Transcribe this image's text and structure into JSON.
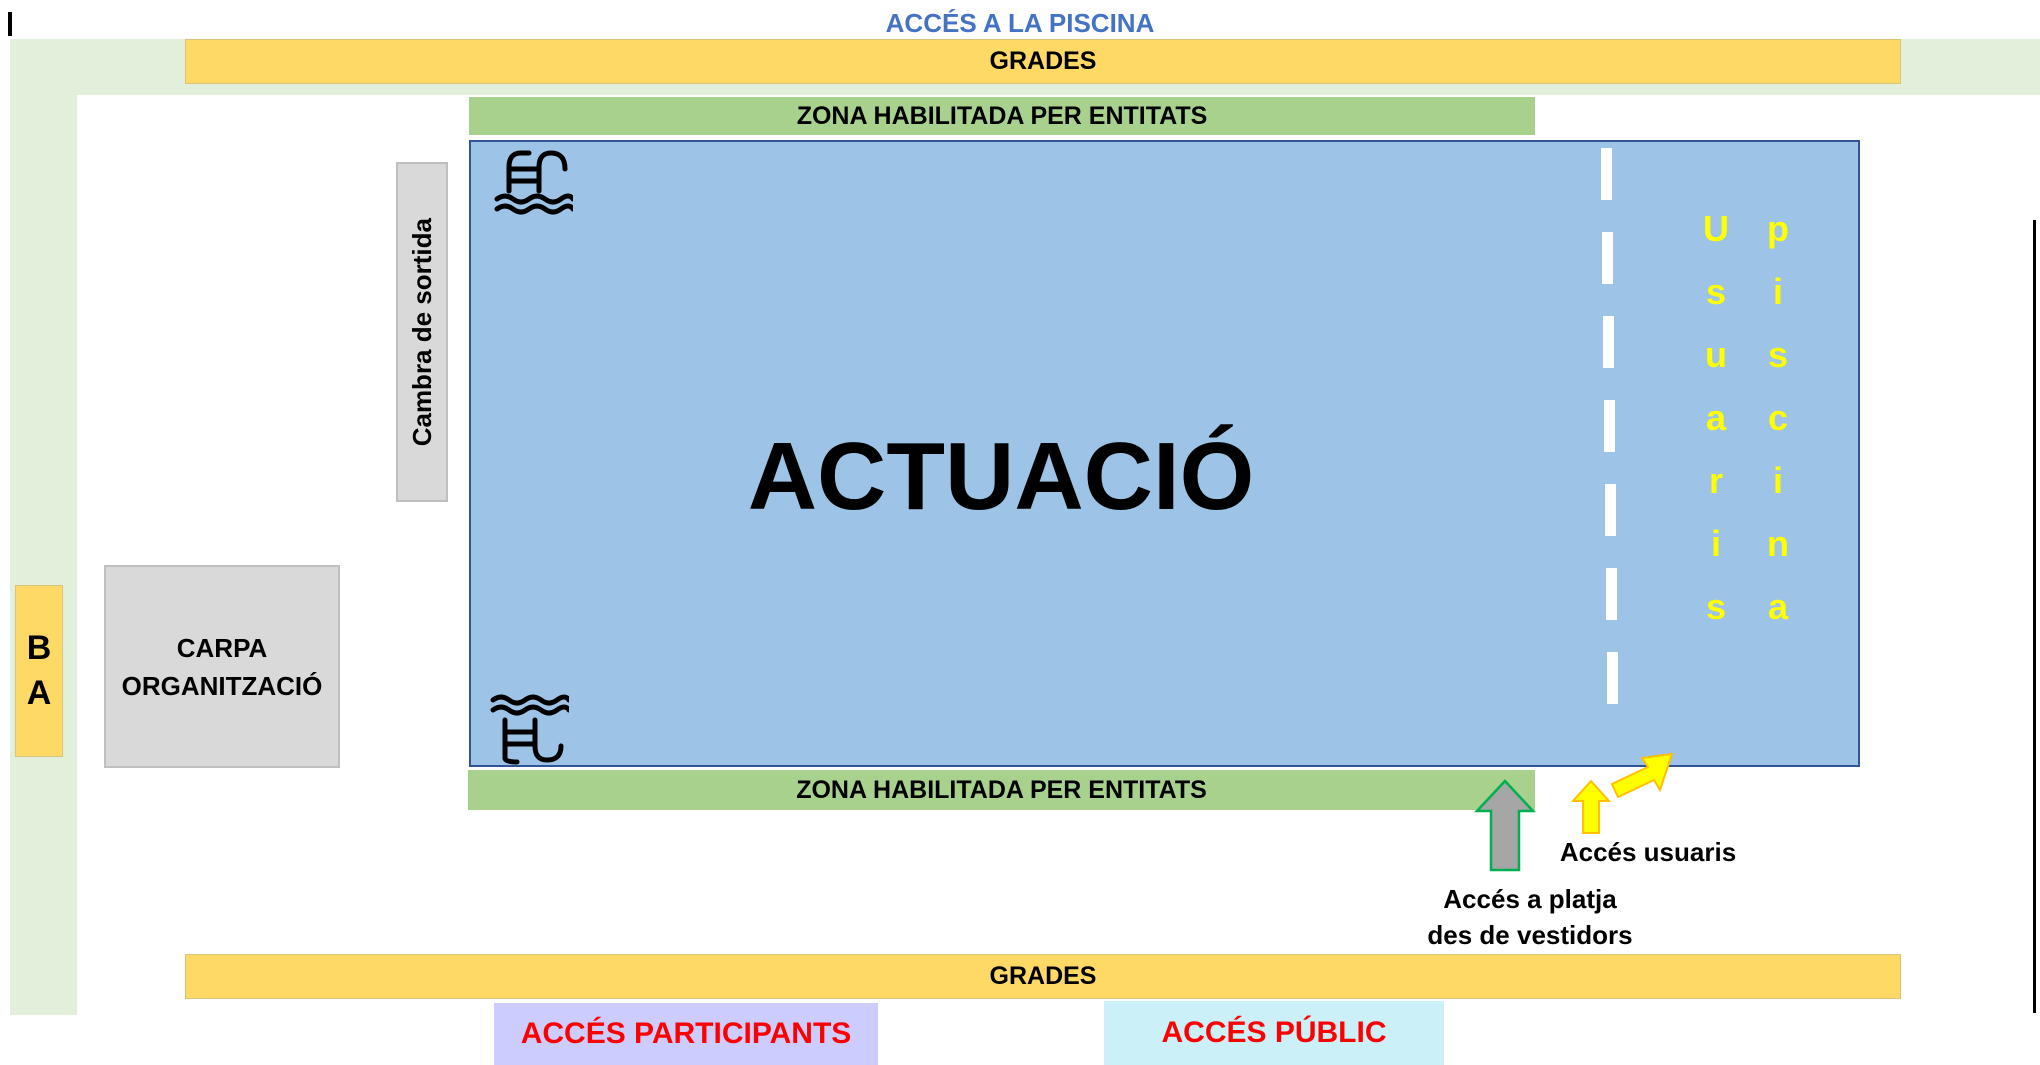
{
  "header": {
    "title": "ACCÉS A LA PISCINA"
  },
  "stands": {
    "top": "GRADES",
    "bottom": "GRADES"
  },
  "entity_zones": {
    "top": "ZONA HABILITADA PER ENTITATS",
    "bottom": "ZONA HABILITADA PER ENTITATS"
  },
  "exit_chamber": "Cambra de sortida",
  "pool": {
    "label": "ACTUACIÓ",
    "pool_users_col1": [
      "U",
      "s",
      "u",
      "a",
      "r",
      "i",
      "s"
    ],
    "pool_users_col2": [
      "p",
      "i",
      "s",
      "c",
      "i",
      "n",
      "a"
    ]
  },
  "tent": {
    "line1": "CARPA",
    "line2": "ORGANITZACIÓ"
  },
  "side_label": {
    "line1": "B",
    "line2": "A"
  },
  "beach_access": {
    "line1": "Accés a platja",
    "line2": "des de vestidors"
  },
  "users_access": "Accés usuaris",
  "bottom_access": {
    "participants": "ACCÉS PARTICIPANTS",
    "public": "ACCÉS PÚBLIC"
  },
  "colors": {
    "stands": "#ffd966",
    "entity_zone": "#a9d18e",
    "pool": "#9dc3e6",
    "pool_border": "#2f5597",
    "corridor": "#e2efda",
    "participants_bg": "#ccccff",
    "public_bg": "#ccf0f8",
    "access_text": "#ff0000",
    "title_text": "#4472c4",
    "lane_text": "#ffff00",
    "arrow_grey": "#a6a6a6",
    "arrow_grey_outline": "#00b050",
    "arrow_yellow": "#ffff00",
    "arrow_yellow_outline": "#ffc000"
  },
  "icons": [
    "pool-ladder-icon",
    "pool-ladder-icon",
    "grey-up-arrow-icon",
    "yellow-up-arrow-icon",
    "yellow-diagonal-arrow-icon"
  ]
}
